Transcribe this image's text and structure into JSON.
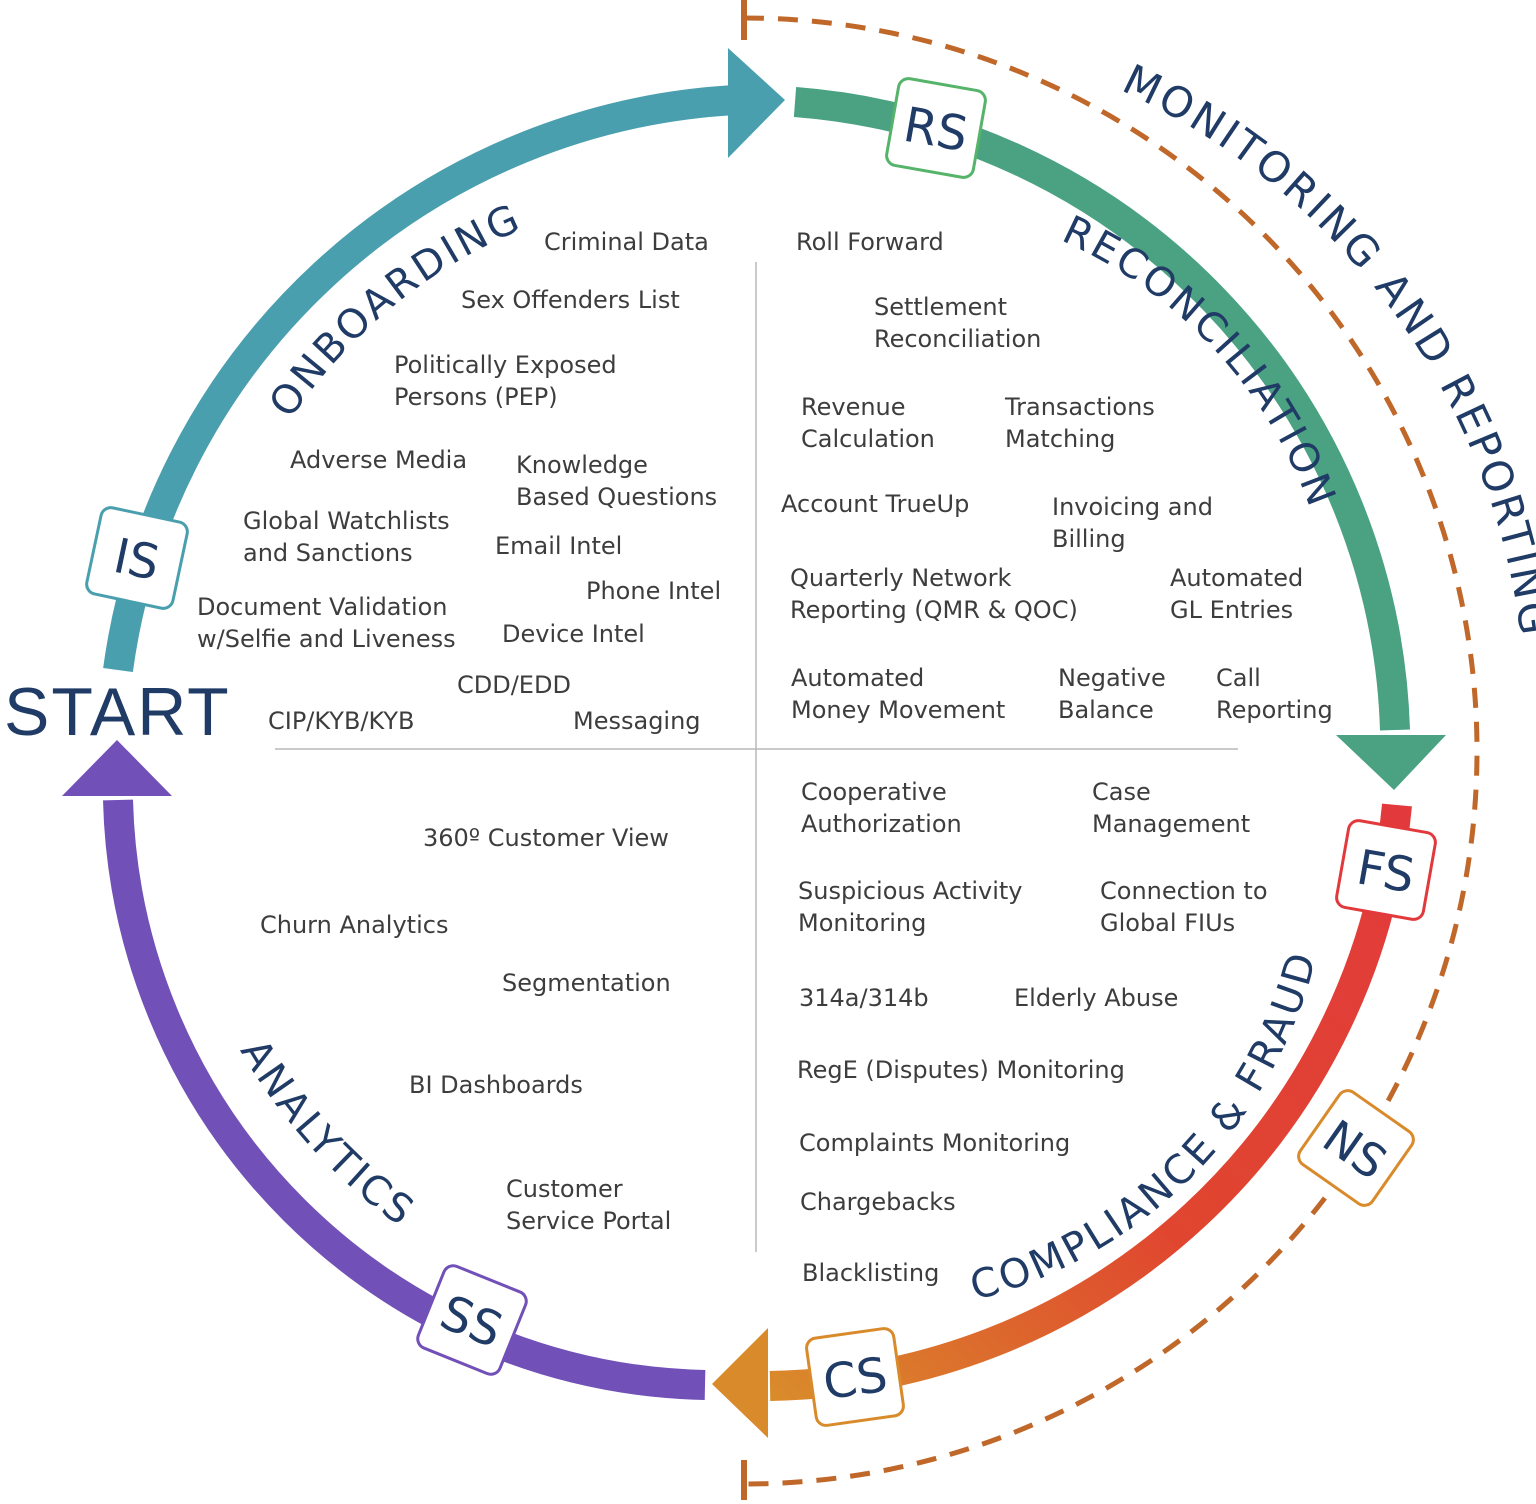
{
  "start_label": "START",
  "outer_band": "MONITORING AND REPORTING",
  "arcs": {
    "onboarding": "ONBOARDING",
    "reconciliation": "RECONCILIATION",
    "compliance": "COMPLIANCE & FRAUD",
    "analytics": "ANALYTICS"
  },
  "badges": {
    "is": "IS",
    "rs": "RS",
    "fs": "FS",
    "ns": "NS",
    "cs": "CS",
    "ss": "SS"
  },
  "colors": {
    "onboarding": "#4a9fae",
    "reconciliation": "#4aa283",
    "compliance_start": "#e23a3c",
    "compliance_end": "#d98a2b",
    "analytics": "#7150b8",
    "monitoring_dash": "#c0672a",
    "text_navy": "#1f3b66"
  },
  "onboarding_items": [
    [
      "Criminal Data"
    ],
    [
      "Sex Offenders List"
    ],
    [
      "Politically Exposed",
      "Persons (PEP)"
    ],
    [
      "Adverse Media"
    ],
    [
      "Knowledge",
      "Based Questions"
    ],
    [
      "Global Watchlists",
      "and Sanctions"
    ],
    [
      "Email Intel"
    ],
    [
      "Phone Intel"
    ],
    [
      "Document Validation",
      "w/Selfie and Liveness"
    ],
    [
      "Device Intel"
    ],
    [
      "CDD/EDD"
    ],
    [
      "CIP/KYB/KYB"
    ],
    [
      "Messaging"
    ]
  ],
  "reconciliation_items": [
    [
      "Roll Forward"
    ],
    [
      "Settlement",
      "Reconciliation"
    ],
    [
      "Revenue",
      "Calculation"
    ],
    [
      "Transactions",
      "Matching"
    ],
    [
      "Account TrueUp"
    ],
    [
      "Invoicing and",
      "Billing"
    ],
    [
      "Quarterly Network",
      "Reporting (QMR & QOC)"
    ],
    [
      "Automated",
      "GL Entries"
    ],
    [
      "Automated",
      "Money Movement"
    ],
    [
      "Negative",
      "Balance"
    ],
    [
      "Call",
      "Reporting"
    ]
  ],
  "analytics_items": [
    [
      "360º Customer View"
    ],
    [
      "Churn Analytics"
    ],
    [
      "Segmentation"
    ],
    [
      "BI Dashboards"
    ],
    [
      "Customer",
      "Service Portal"
    ]
  ],
  "compliance_items": [
    [
      "Cooperative",
      "Authorization"
    ],
    [
      "Case",
      "Management"
    ],
    [
      "Suspicious Activity",
      "Monitoring"
    ],
    [
      "Connection to",
      "Global FIUs"
    ],
    [
      "314a/314b"
    ],
    [
      "Elderly Abuse"
    ],
    [
      "RegE (Disputes) Monitoring"
    ],
    [
      "Complaints Monitoring"
    ],
    [
      "Chargebacks"
    ],
    [
      "Blacklisting"
    ]
  ]
}
